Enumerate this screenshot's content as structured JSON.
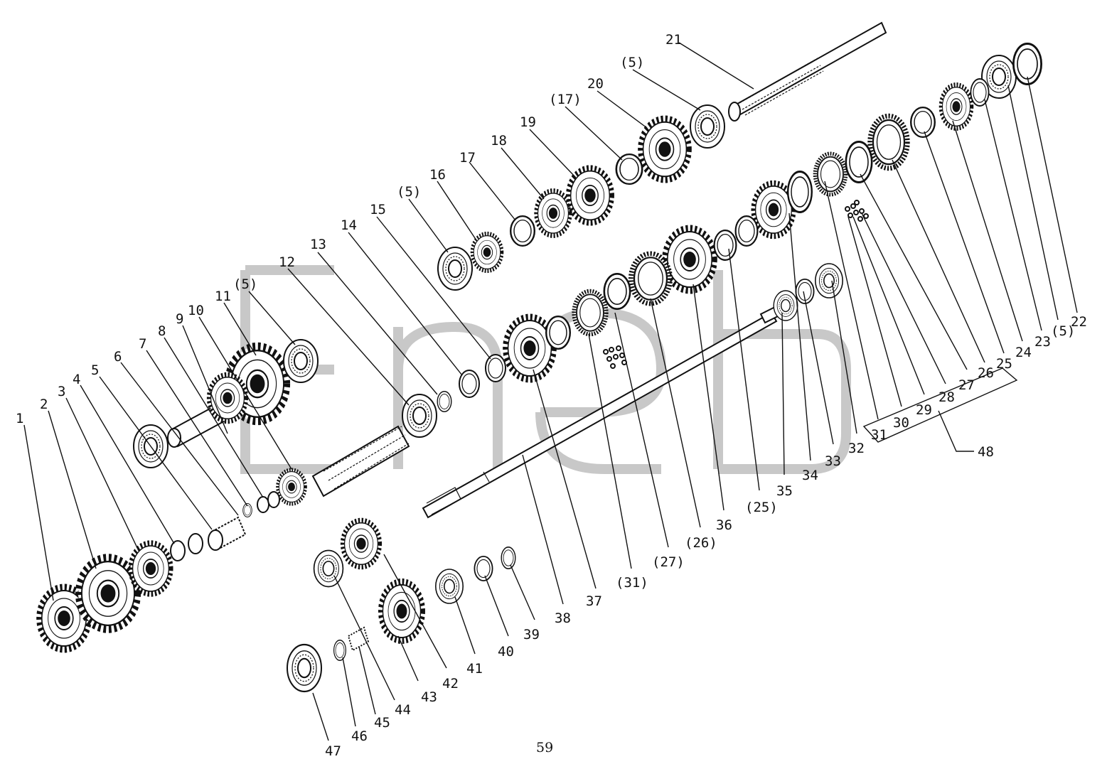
{
  "page_number": "59",
  "callouts": [
    {
      "id": "p1",
      "text": "1"
    },
    {
      "id": "p2",
      "text": "2"
    },
    {
      "id": "p3",
      "text": "3"
    },
    {
      "id": "p4",
      "text": "4"
    },
    {
      "id": "p5",
      "text": "5"
    },
    {
      "id": "p6",
      "text": "6"
    },
    {
      "id": "p7",
      "text": "7"
    },
    {
      "id": "p8",
      "text": "8"
    },
    {
      "id": "p9",
      "text": "9"
    },
    {
      "id": "p10",
      "text": "10"
    },
    {
      "id": "p11",
      "text": "11"
    },
    {
      "id": "p5b",
      "text": "(5)"
    },
    {
      "id": "p12",
      "text": "12"
    },
    {
      "id": "p13",
      "text": "13"
    },
    {
      "id": "p14",
      "text": "14"
    },
    {
      "id": "p15",
      "text": "15"
    },
    {
      "id": "p5c",
      "text": "(5)"
    },
    {
      "id": "p16",
      "text": "16"
    },
    {
      "id": "p17",
      "text": "17"
    },
    {
      "id": "p18",
      "text": "18"
    },
    {
      "id": "p19",
      "text": "19"
    },
    {
      "id": "p17b",
      "text": "(17)"
    },
    {
      "id": "p20",
      "text": "20"
    },
    {
      "id": "p5d",
      "text": "(5)"
    },
    {
      "id": "p21",
      "text": "21"
    },
    {
      "id": "p22",
      "text": "22"
    },
    {
      "id": "p5e",
      "text": "(5)"
    },
    {
      "id": "p23",
      "text": "23"
    },
    {
      "id": "p24",
      "text": "24"
    },
    {
      "id": "p25",
      "text": "25"
    },
    {
      "id": "p26",
      "text": "26"
    },
    {
      "id": "p27",
      "text": "27"
    },
    {
      "id": "p28",
      "text": "28"
    },
    {
      "id": "p29",
      "text": "29"
    },
    {
      "id": "p30",
      "text": "30"
    },
    {
      "id": "p31",
      "text": "31"
    },
    {
      "id": "p48",
      "text": "48"
    },
    {
      "id": "p32",
      "text": "32"
    },
    {
      "id": "p33",
      "text": "33"
    },
    {
      "id": "p34",
      "text": "34"
    },
    {
      "id": "p35",
      "text": "35"
    },
    {
      "id": "p25b",
      "text": "(25)"
    },
    {
      "id": "p36",
      "text": "36"
    },
    {
      "id": "p26b",
      "text": "(26)"
    },
    {
      "id": "p27b",
      "text": "(27)"
    },
    {
      "id": "p31b",
      "text": "(31)"
    },
    {
      "id": "p37",
      "text": "37"
    },
    {
      "id": "p38",
      "text": "38"
    },
    {
      "id": "p39",
      "text": "39"
    },
    {
      "id": "p40",
      "text": "40"
    },
    {
      "id": "p41",
      "text": "41"
    },
    {
      "id": "p42",
      "text": "42"
    },
    {
      "id": "p43",
      "text": "43"
    },
    {
      "id": "p44",
      "text": "44"
    },
    {
      "id": "p45",
      "text": "45"
    },
    {
      "id": "p46",
      "text": "46"
    },
    {
      "id": "p47",
      "text": "47"
    }
  ]
}
